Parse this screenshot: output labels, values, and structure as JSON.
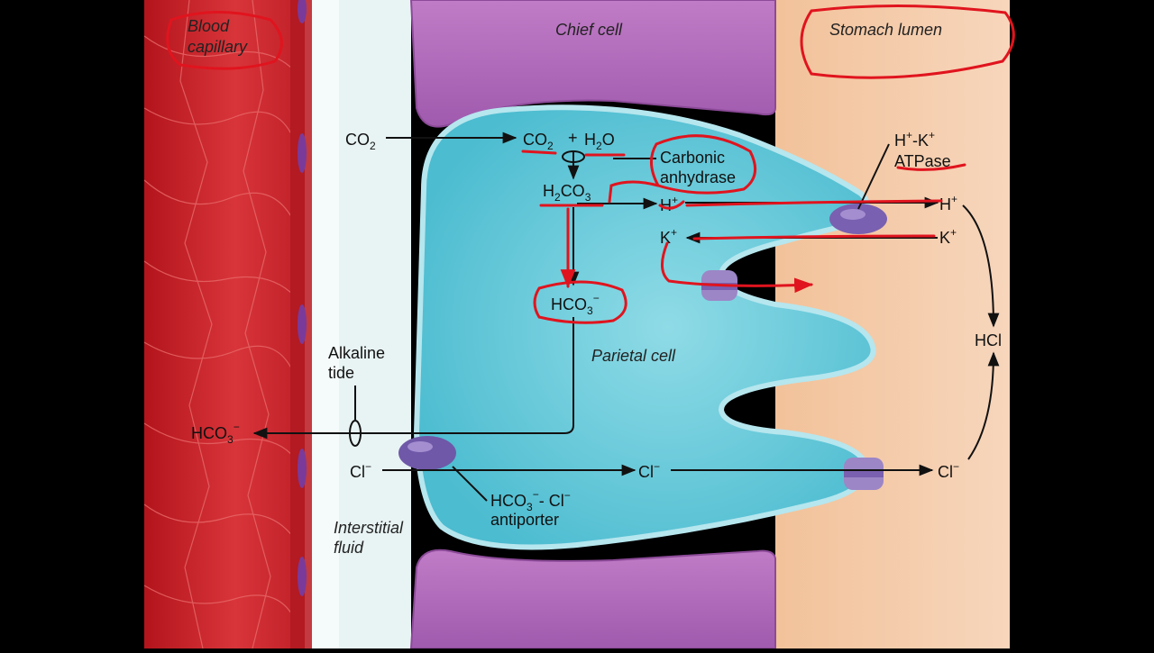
{
  "regions": {
    "blood_capillary_line1": "Blood",
    "blood_capillary_line2": "capillary",
    "chief_cell": "Chief cell",
    "stomach_lumen": "Stomach lumen",
    "parietal_cell": "Parietal cell",
    "interstitial_line1": "Interstitial",
    "interstitial_line2": "fluid"
  },
  "labels": {
    "co2_outside": {
      "base": "CO",
      "sub": "2"
    },
    "co2_inside": {
      "base": "CO",
      "sub": "2"
    },
    "plus": "+",
    "h2o": {
      "pre": "H",
      "sub": "2",
      "post": "O"
    },
    "carbonic_line1": "Carbonic",
    "carbonic_line2": "anhydrase",
    "h2co3": {
      "pre": "H",
      "sub": "2",
      "post": "CO",
      "sub2": "3"
    },
    "h_plus_cell": {
      "base": "H",
      "sup": "+"
    },
    "h_plus_lumen": {
      "base": "H",
      "sup": "+"
    },
    "k_plus_cell": {
      "base": "K",
      "sup": "+"
    },
    "k_plus_lumen": {
      "base": "K",
      "sup": "+"
    },
    "atpase_line1": {
      "a": "H",
      "asup": "+",
      "dash": "-K",
      "bsup": "+"
    },
    "atpase_line2": "ATPase",
    "hco3_cell": {
      "base": "HCO",
      "sub": "3",
      "sup": "−"
    },
    "hco3_blood": {
      "base": "HCO",
      "sub": "3",
      "sup": "−"
    },
    "alkaline_line1": "Alkaline",
    "alkaline_line2": "tide",
    "cl_interstitial": {
      "base": "Cl",
      "sup": "−"
    },
    "cl_cell": {
      "base": "Cl",
      "sup": "−"
    },
    "cl_lumen": {
      "base": "Cl",
      "sup": "−"
    },
    "hcl": "HCl",
    "antiporter_line1": {
      "base": "HCO",
      "sub": "3",
      "sup": "−",
      "mid": "- Cl",
      "sup2": "−"
    },
    "antiporter_line2": "antiporter"
  },
  "colors": {
    "blood": "#c8202a",
    "parietal_cell": "#5fc8d8",
    "chief_cell": "#b06ab8",
    "lumen": "#f0b98a",
    "interstitial": "#e6f2f2",
    "annotation": "#e0141e",
    "transporter": "#7a60b0"
  }
}
